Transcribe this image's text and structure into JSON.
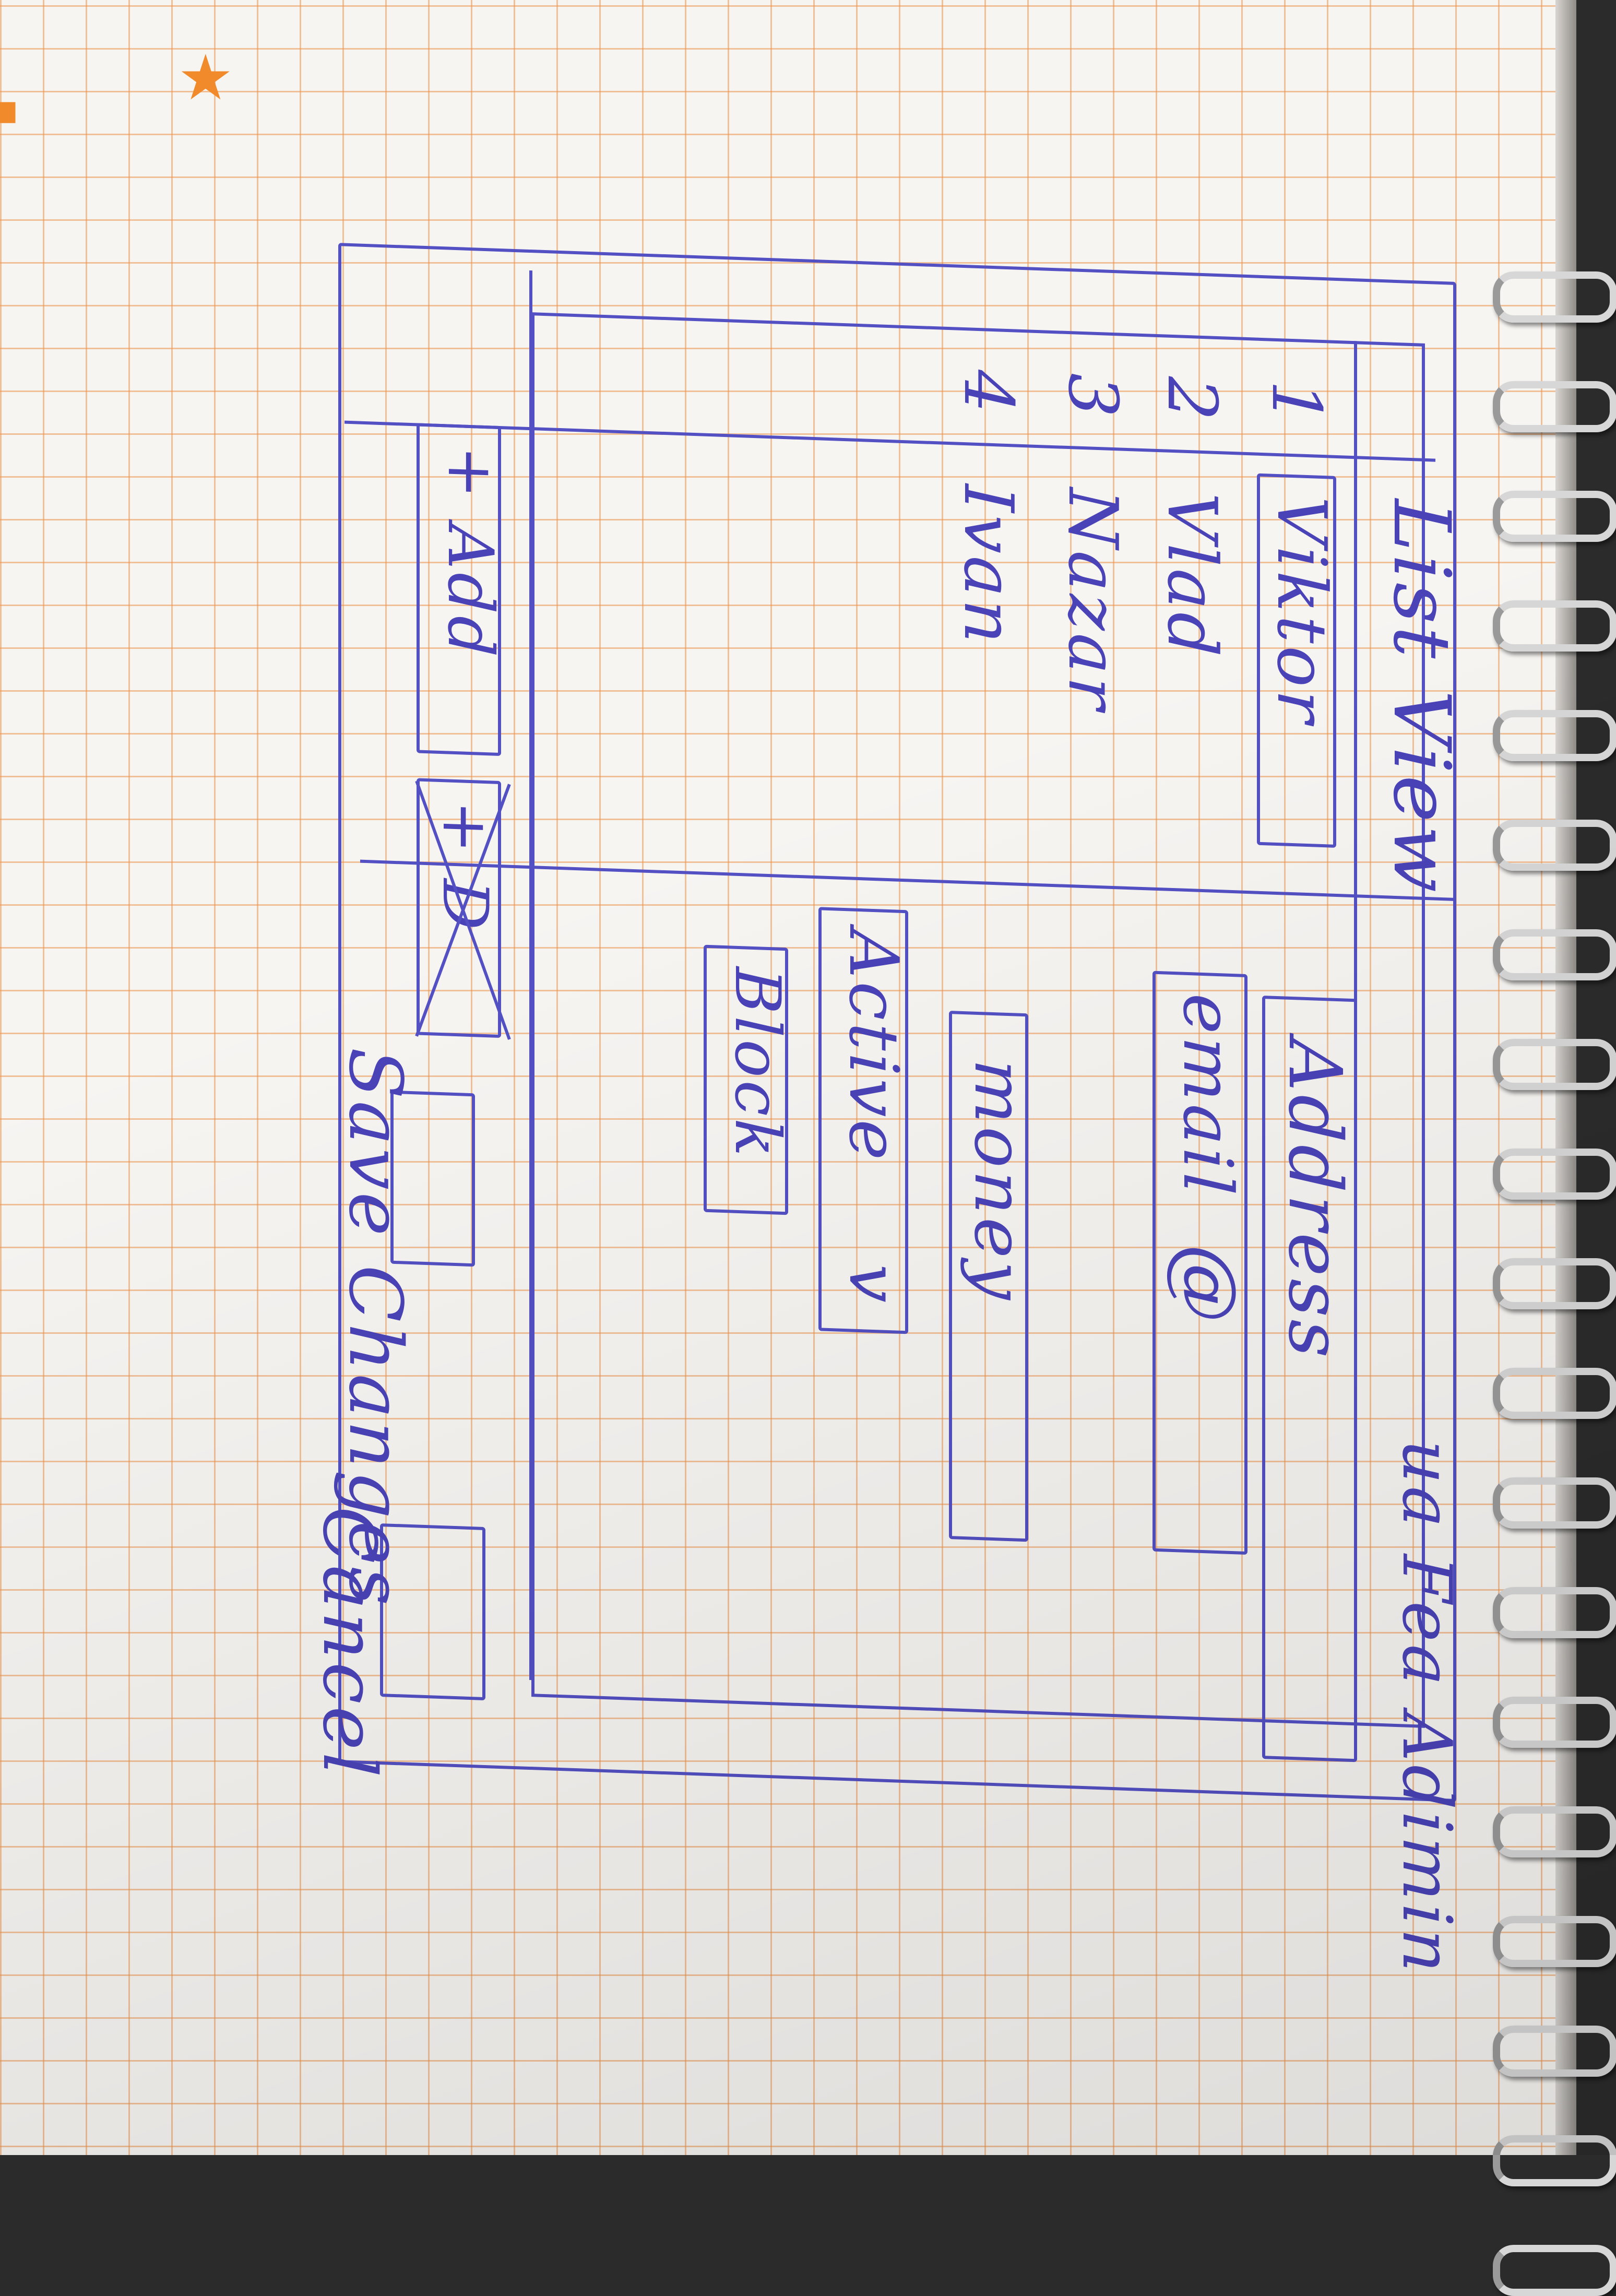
{
  "sketch": {
    "list_title": "List View",
    "rows": [
      {
        "number": "1",
        "name": "Viktor"
      },
      {
        "number": "2",
        "name": "Vlad"
      },
      {
        "number": "3",
        "name": "Nazar"
      },
      {
        "number": "4",
        "name": "Ivan"
      }
    ],
    "add_button": "+ Add",
    "delete_button_label": "+ D",
    "detail_title": "ua Fea Adimin",
    "fields": {
      "address": "Address",
      "email": "email",
      "email_icon": "@",
      "money": "money"
    },
    "status_button": "Active",
    "status_chevron": "v",
    "block_button": "Block",
    "save_label": "Save Changes",
    "cancel_label": "Cancel"
  },
  "colors": {
    "ink": "#4a43b8",
    "grid": "#ec9650",
    "paper": "#f7f5f2",
    "logo": "#f08a2a"
  },
  "brand_mark": "int"
}
